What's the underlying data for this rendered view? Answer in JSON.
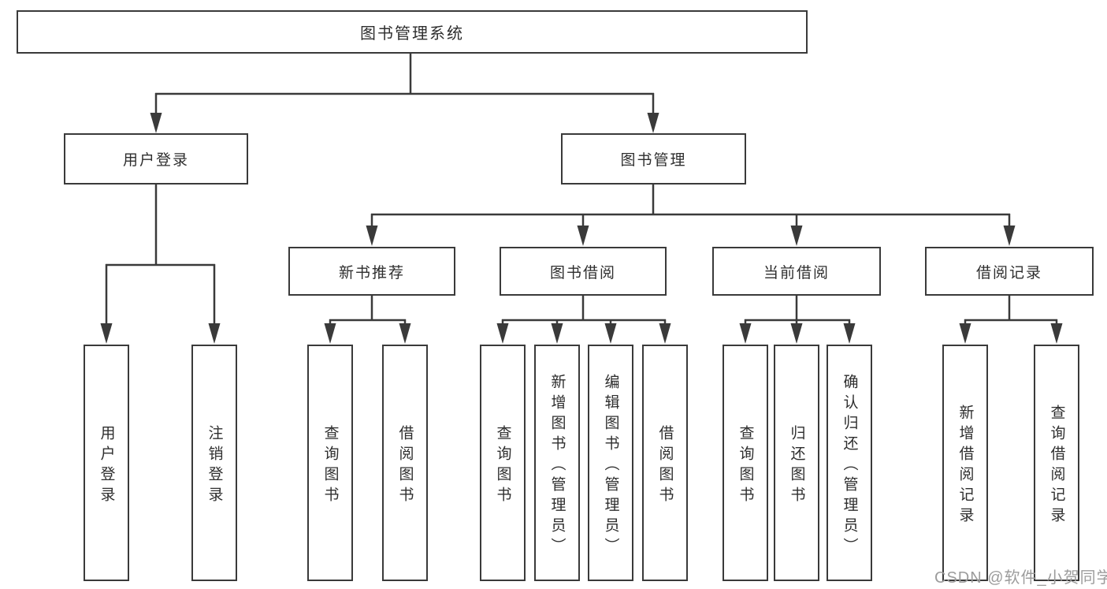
{
  "diagram_title": "图书管理系统",
  "nodes": {
    "root": "图书管理系统",
    "level2": [
      "用户登录",
      "图书管理"
    ],
    "level3": [
      "新书推荐",
      "图书借阅",
      "当前借阅",
      "借阅记录"
    ],
    "leaves_user_login": [
      "用户登录",
      "注销登录"
    ],
    "leaves_new_book": [
      "查询图书",
      "借阅图书"
    ],
    "leaves_book_borrow": [
      "查询图书",
      "新增图书（管理员）",
      "编辑图书（管理员）",
      "借阅图书"
    ],
    "leaves_current_borrow": [
      "查询图书",
      "归还图书",
      "确认归还（管理员）"
    ],
    "leaves_borrow_records": [
      "新增借阅记录",
      "查询借阅记录"
    ]
  },
  "watermark": "CSDN @软件_小贺同学",
  "colors": {
    "line": "#3a3a3a",
    "text": "#2e2e2e",
    "watermark": "#9c9c9c",
    "background": "#ffffff"
  }
}
